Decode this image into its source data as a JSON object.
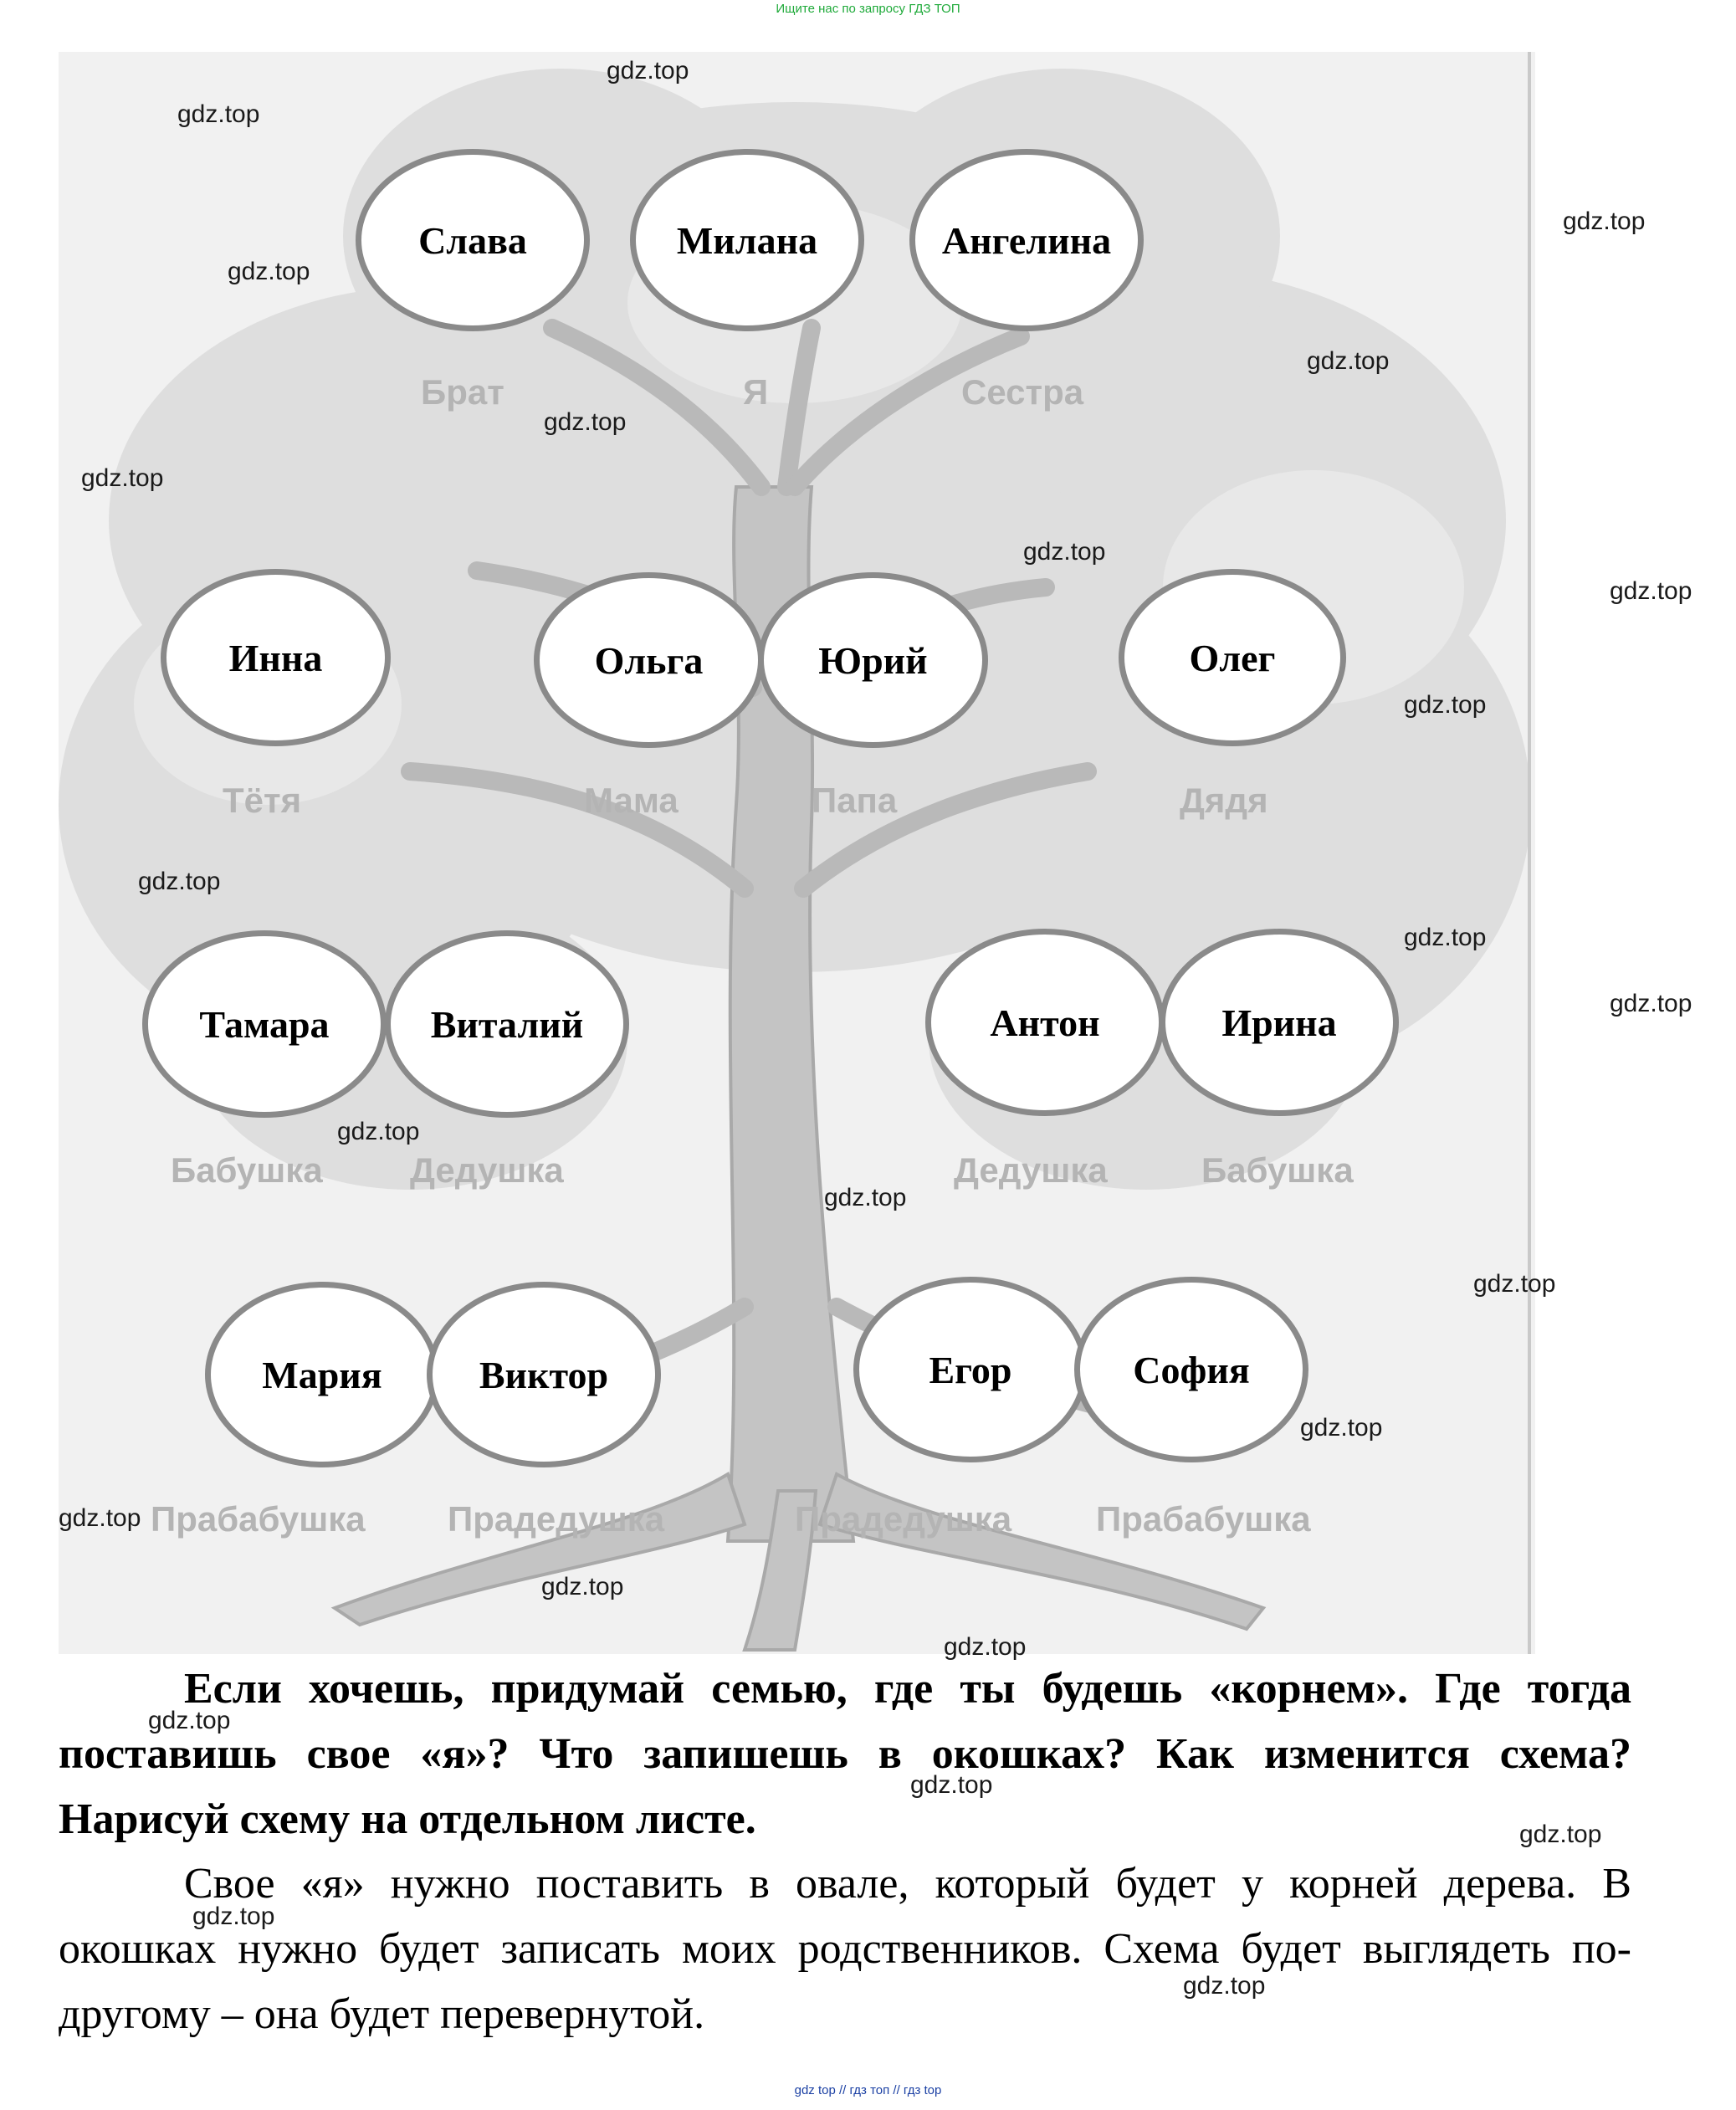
{
  "header": {
    "banner": "Ищите нас по запросу ГДЗ ТОП"
  },
  "tree": {
    "ovals": {
      "brother": "Слава",
      "me": "Милана",
      "sister": "Ангелина",
      "aunt": "Инна",
      "mother": "Ольга",
      "father": "Юрий",
      "uncle": "Олег",
      "grandmother_1": "Тамара",
      "grandfather_1": "Виталий",
      "grandfather_2": "Антон",
      "grandmother_2": "Ирина",
      "great_grandmother_1": "Мария",
      "great_grandfather_1": "Виктор",
      "great_grandfather_2": "Егор",
      "great_grandmother_2": "София"
    },
    "roles": {
      "brother": "Брат",
      "me": "Я",
      "sister": "Сестра",
      "aunt": "Тётя",
      "mother": "Мама",
      "father": "Папа",
      "uncle": "Дядя",
      "grandmother_1": "Бабушка",
      "grandfather_1": "Дедушка",
      "grandfather_2": "Дедушка",
      "grandmother_2": "Бабушка",
      "great_grandmother_1": "Прабабушка",
      "great_grandfather_1": "Прадедушка",
      "great_grandfather_2": "Прадедушка",
      "great_grandmother_2": "Прабабушка"
    }
  },
  "watermark": "gdz.top",
  "question": "Если хочешь, придумай семью, где ты будешь «корнем». Где тогда поставишь свое «я»? Что запишешь в окошках? Как изменится схема? Нарисуй схему на отдельном листе.",
  "answer": "Свое «я» нужно поставить в овале, который будет у корней дерева. В окошках нужно будет записать моих родственников. Схема будет выглядеть по-другому – она будет перевернутой.",
  "footer": {
    "banner": "gdz top // гдз топ // гдз top"
  },
  "colors": {
    "banner_green": "#1faa3a",
    "footer_blue": "#1a3fa3",
    "oval_border": "#8a8a8a",
    "role_gray": "#b4b4b4",
    "foliage": "#dcdcdc",
    "trunk": "#c2c2c2"
  }
}
